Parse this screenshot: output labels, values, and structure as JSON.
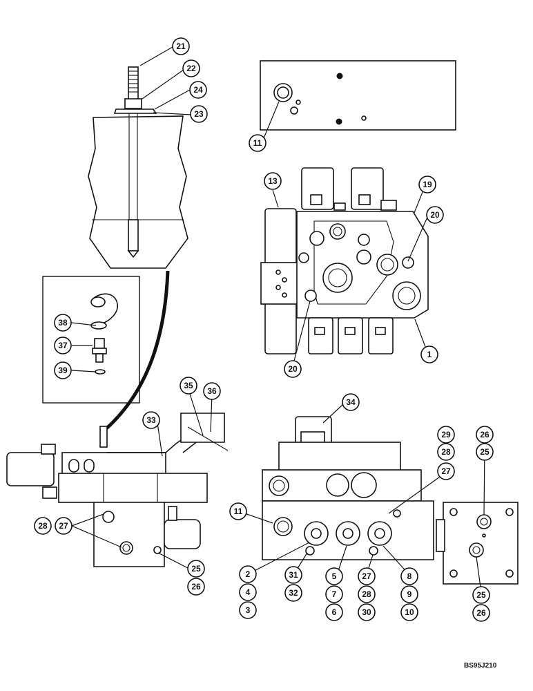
{
  "drawing_code": "BS95J210",
  "callouts": [
    "21",
    "22",
    "24",
    "23",
    "11",
    "13",
    "19",
    "20",
    "20",
    "1",
    "38",
    "37",
    "39",
    "35",
    "36",
    "33",
    "34",
    "29",
    "28",
    "26",
    "25",
    "27",
    "11",
    "28",
    "27",
    "25",
    "26",
    "2",
    "4",
    "3",
    "31",
    "32",
    "5",
    "7",
    "6",
    "27",
    "28",
    "30",
    "8",
    "9",
    "10",
    "25",
    "26"
  ]
}
